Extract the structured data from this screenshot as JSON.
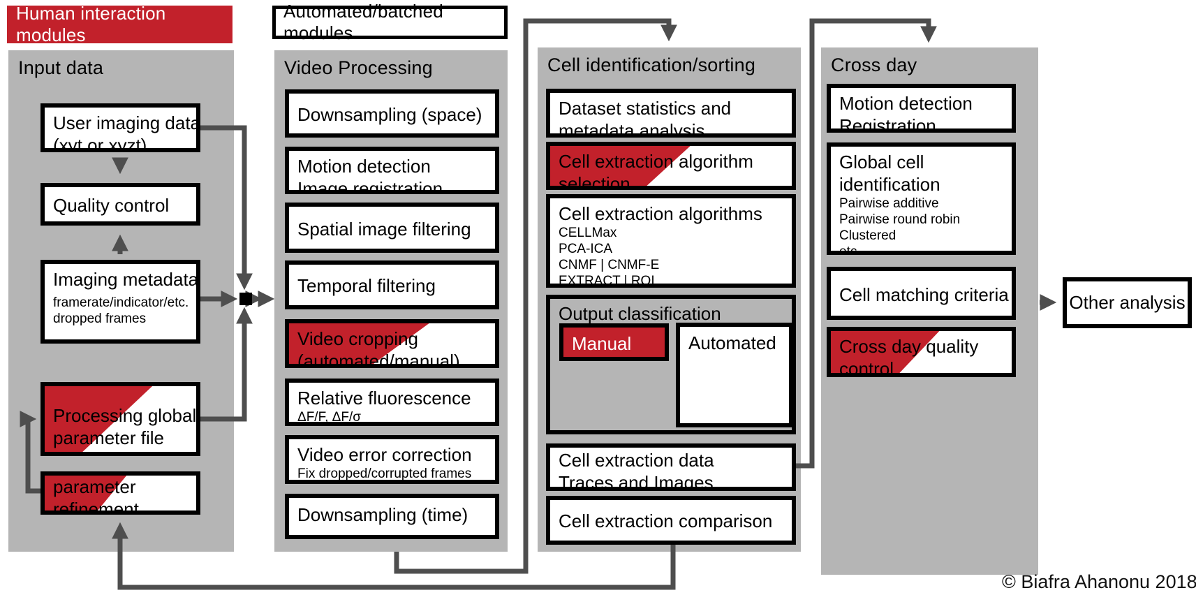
{
  "legend": {
    "human_modules_label": "Human interaction modules",
    "automated_modules_label": "Automated/batched modules"
  },
  "colors": {
    "accent_red": "#c2212b",
    "column_gray": "#b5b5b5",
    "wire_gray": "#4e4e4e",
    "box_border": "#000000",
    "background": "#ffffff"
  },
  "columns": [
    {
      "id": "input-data",
      "title": "Input data",
      "modules": [
        {
          "id": "user-imaging-data",
          "lines": [
            {
              "t": "User imaging data",
              "s": "lg"
            },
            {
              "t": "(xyt or xyzt)",
              "s": "lg"
            }
          ]
        },
        {
          "id": "quality-control",
          "lines": [
            {
              "t": "Quality control",
              "s": "lg"
            }
          ]
        },
        {
          "id": "imaging-metadata",
          "lines": [
            {
              "t": "Imaging metadata",
              "s": "lg"
            },
            {
              "t": "framerate/indicator/etc.",
              "s": "sm"
            },
            {
              "t": "dropped frames",
              "s": "sm"
            }
          ]
        },
        {
          "id": "processing-global-parameter-file",
          "human": true,
          "lines": [
            {
              "t": "Processing global",
              "s": "lg"
            },
            {
              "t": "parameter file",
              "s": "lg"
            }
          ]
        },
        {
          "id": "parameter-refinement",
          "human": true,
          "lines": [
            {
              "t": "parameter",
              "s": "lg"
            },
            {
              "t": "refinement",
              "s": "lg"
            }
          ]
        }
      ]
    },
    {
      "id": "video-processing",
      "title": "Video Processing",
      "modules": [
        {
          "id": "downsampling-space",
          "lines": [
            {
              "t": "Downsampling  (space)",
              "s": "lg"
            }
          ]
        },
        {
          "id": "motion-detection-registration",
          "lines": [
            {
              "t": "Motion detection",
              "s": "lg"
            },
            {
              "t": "Image registration",
              "s": "lg"
            }
          ]
        },
        {
          "id": "spatial-image-filtering",
          "lines": [
            {
              "t": "Spatial image  filtering",
              "s": "lg"
            }
          ]
        },
        {
          "id": "temporal-filtering",
          "lines": [
            {
              "t": "Temporal filtering",
              "s": "lg"
            }
          ]
        },
        {
          "id": "video-cropping",
          "human": true,
          "lines": [
            {
              "t": "Video cropping",
              "s": "lg"
            },
            {
              "t": "(automated/manual)",
              "s": "lg"
            }
          ]
        },
        {
          "id": "relative-fluorescence",
          "lines": [
            {
              "t": "Relative fluorescence",
              "s": "lg"
            },
            {
              "t": "ΔF/F, ΔF/σ",
              "s": "sm"
            }
          ]
        },
        {
          "id": "video-error-correction",
          "lines": [
            {
              "t": "Video error correction",
              "s": "lg"
            },
            {
              "t": "Fix dropped/corrupted frames",
              "s": "sm"
            }
          ]
        },
        {
          "id": "downsampling-time",
          "lines": [
            {
              "t": "Downsampling  (time)",
              "s": "lg"
            }
          ]
        }
      ]
    },
    {
      "id": "cell-identification-sorting",
      "title": "Cell identification/sorting",
      "modules": [
        {
          "id": "dataset-statistics",
          "lines": [
            {
              "t": "Dataset statistics and",
              "s": "lg"
            },
            {
              "t": "metadata analysis",
              "s": "lg"
            }
          ]
        },
        {
          "id": "cell-extraction-algorithm-selection",
          "human": true,
          "lines": [
            {
              "t": "Cell extraction algorithm",
              "s": "lg"
            },
            {
              "t": "selection",
              "s": "lg"
            }
          ]
        },
        {
          "id": "cell-extraction-algorithms",
          "lines": [
            {
              "t": "Cell extraction algorithms",
              "s": "lg"
            },
            {
              "t": "CELLMax",
              "s": "sm"
            },
            {
              "t": "PCA-ICA",
              "s": "sm"
            },
            {
              "t": "CNMF | CNMF-E",
              "s": "sm"
            },
            {
              "t": "EXTRACT | ROI",
              "s": "sm"
            }
          ]
        },
        {
          "id": "output-classification",
          "type": "panel",
          "title": "Output classification",
          "children": [
            {
              "id": "manual",
              "label": "Manual",
              "human": true
            },
            {
              "id": "automated",
              "label": "Automated",
              "human": false
            }
          ]
        },
        {
          "id": "cell-extraction-data",
          "lines": [
            {
              "t": "Cell extraction data",
              "s": "lg"
            },
            {
              "t": "Traces and Images",
              "s": "lg"
            }
          ]
        },
        {
          "id": "cell-extraction-comparison",
          "lines": [
            {
              "t": "Cell extraction comparison",
              "s": "lg"
            }
          ]
        }
      ]
    },
    {
      "id": "cross-day",
      "title": "Cross day",
      "modules": [
        {
          "id": "cross-motion-detection",
          "lines": [
            {
              "t": "Motion detection",
              "s": "lg"
            },
            {
              "t": "Registration",
              "s": "lg"
            }
          ]
        },
        {
          "id": "global-cell-identification",
          "lines": [
            {
              "t": "Global cell",
              "s": "lg"
            },
            {
              "t": "identification",
              "s": "lg"
            },
            {
              "t": "Pairwise additive",
              "s": "sm"
            },
            {
              "t": "Pairwise round robin",
              "s": "sm"
            },
            {
              "t": "Clustered",
              "s": "sm"
            },
            {
              "t": "etc.",
              "s": "sm"
            }
          ]
        },
        {
          "id": "cell-matching-criteria",
          "lines": [
            {
              "t": "Cell matching criteria",
              "s": "lg"
            }
          ]
        },
        {
          "id": "cross-day-quality-control",
          "human": true,
          "lines": [
            {
              "t": "Cross day quality",
              "s": "lg"
            },
            {
              "t": "control",
              "s": "lg"
            }
          ]
        }
      ]
    }
  ],
  "other_analysis_label": "Other analysis",
  "copyright": "© Biafra Ahanonu 2018."
}
